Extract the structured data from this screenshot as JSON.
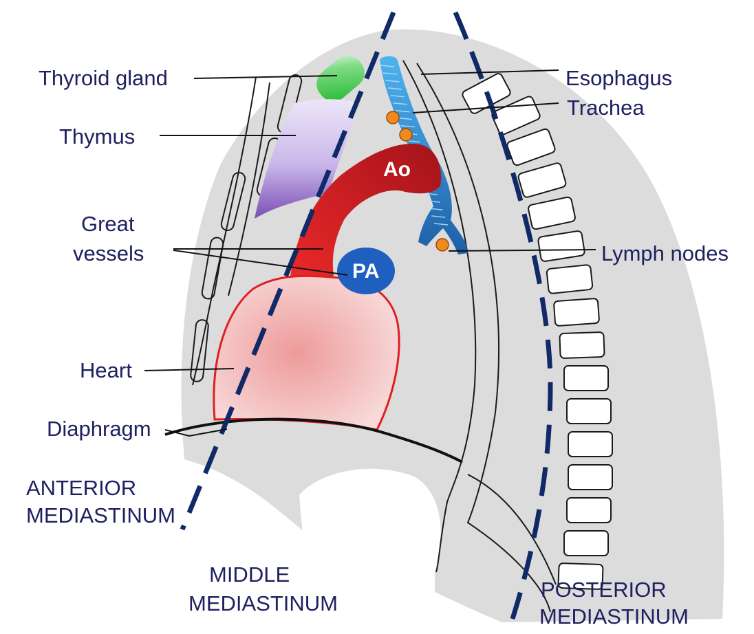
{
  "labels": {
    "thyroid": "Thyroid gland",
    "thymus": "Thymus",
    "great_vessels_line1": "Great",
    "great_vessels_line2": "vessels",
    "heart": "Heart",
    "diaphragm": "Diaphragm",
    "esophagus": "Esophagus",
    "trachea": "Trachea",
    "lymph_nodes": "Lymph nodes",
    "aorta": "Ao",
    "pulmonary_artery": "PA"
  },
  "regions": {
    "anterior_line1": "ANTERIOR",
    "anterior_line2": "MEDIASTINUM",
    "middle_line1": "MIDDLE",
    "middle_line2": "MEDIASTINUM",
    "posterior_line1": "POSTERIOR",
    "posterior_line2": "MEDIASTINUM"
  },
  "colors": {
    "thorax_background": "#dcdcdc",
    "text": "#1f2060",
    "divider": "#0f2a66",
    "aorta": "#c0161b",
    "pulmonary_artery": "#1f5fbf",
    "trachea": "#2a8fd8",
    "thyroid": "#2fbf3a",
    "thymus": "#b9a3e0",
    "heart": "#f4b6b6",
    "lymph_node": "#f08a1e"
  }
}
